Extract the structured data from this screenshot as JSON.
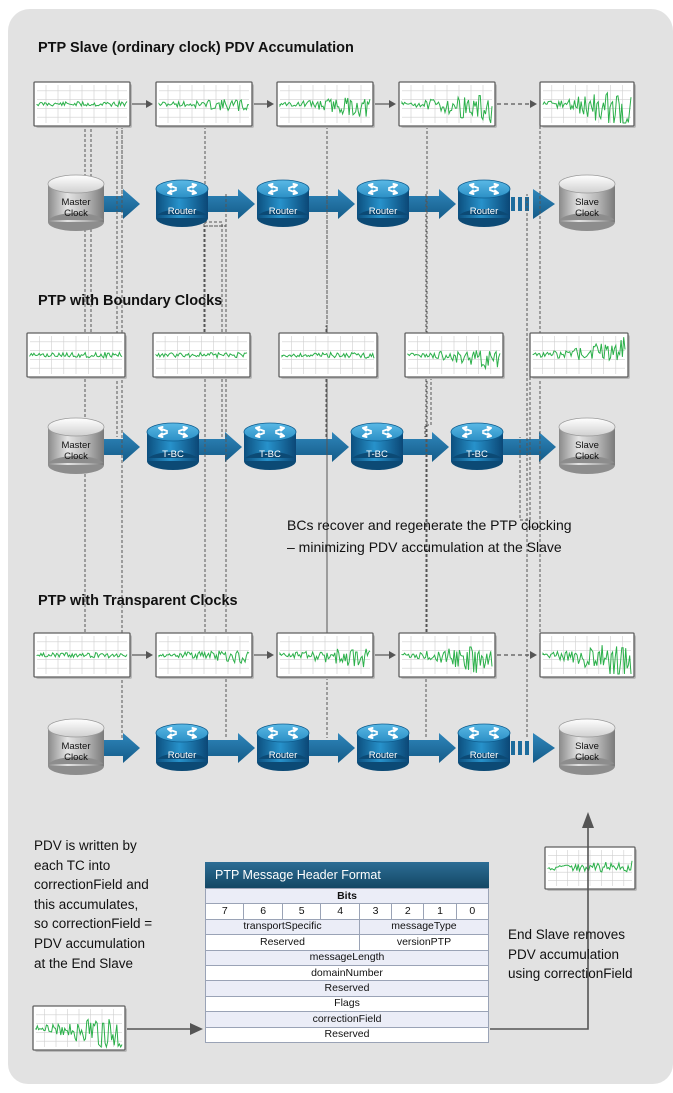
{
  "sections": {
    "slave": {
      "title": "PTP Slave (ordinary clock) PDV Accumulation"
    },
    "bc": {
      "title": "PTP with Boundary Clocks"
    },
    "tc": {
      "title": "PTP with Transparent Clocks"
    }
  },
  "devices": {
    "master_line1": "Master",
    "master_line2": "Clock",
    "slave_line1": "Slave",
    "slave_line2": "Clock",
    "router": "Router",
    "tbc": "T-BC"
  },
  "bc_note": {
    "line1": "BCs recover and regenerate the PTP clocking",
    "line2": "– minimizing PDV accumulation at the Slave"
  },
  "pdv_note": {
    "lines": [
      "PDV is written by",
      "each TC into",
      "correctionField and",
      "this accumulates,",
      "so correctionField =",
      "PDV accumulation",
      "at the End Slave"
    ]
  },
  "end_slave_note": {
    "lines": [
      "End Slave removes",
      "PDV accumulation",
      "using correctionField"
    ]
  },
  "header_table": {
    "title": "PTP Message Header Format",
    "bits_label": "Bits",
    "bit_numbers": [
      "7",
      "6",
      "5",
      "4",
      "3",
      "2",
      "1",
      "0"
    ],
    "row_transport": [
      "transportSpecific",
      "messageType"
    ],
    "row_version": [
      "Reserved",
      "versionPTP"
    ],
    "fields": [
      "messageLength",
      "domainNumber",
      "Reserved",
      "Flags",
      "correctionField",
      "Reserved"
    ]
  },
  "colors": {
    "panel": "#e2e2e2",
    "arrow": "#1d6c9d",
    "router": "#1f87bf",
    "signal": "#2bb04a",
    "table_header": "#1d5a80"
  },
  "icons": [
    "router-icon",
    "database-cylinder-icon",
    "pdv-waveform-icon",
    "arrow-icon"
  ]
}
